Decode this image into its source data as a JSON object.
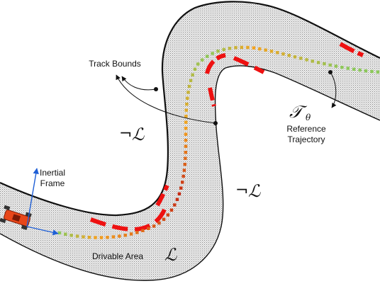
{
  "labels": {
    "track_bounds": "Track Bounds",
    "inertial_frame_line1": "Inertial",
    "inertial_frame_line2": "Frame",
    "reference_line1": "Reference",
    "reference_line2": "Trajectory",
    "drivable_area": "Drivable Area"
  },
  "math": {
    "script_l": "ℒ",
    "not_sign": "¬",
    "traj_symbol": "𝒯",
    "traj_subscript": "θ"
  },
  "colors": {
    "track_fill": "#d6d6d6",
    "boundary": "#111111",
    "curb_red": "#ee1111",
    "curb_white": "#ffffff",
    "traj_start": "#c62a14",
    "traj_mid": "#f4a21e",
    "traj_end": "#8cc85a",
    "car_body": "#e8471a",
    "frame_arrow": "#1f5fd6"
  }
}
